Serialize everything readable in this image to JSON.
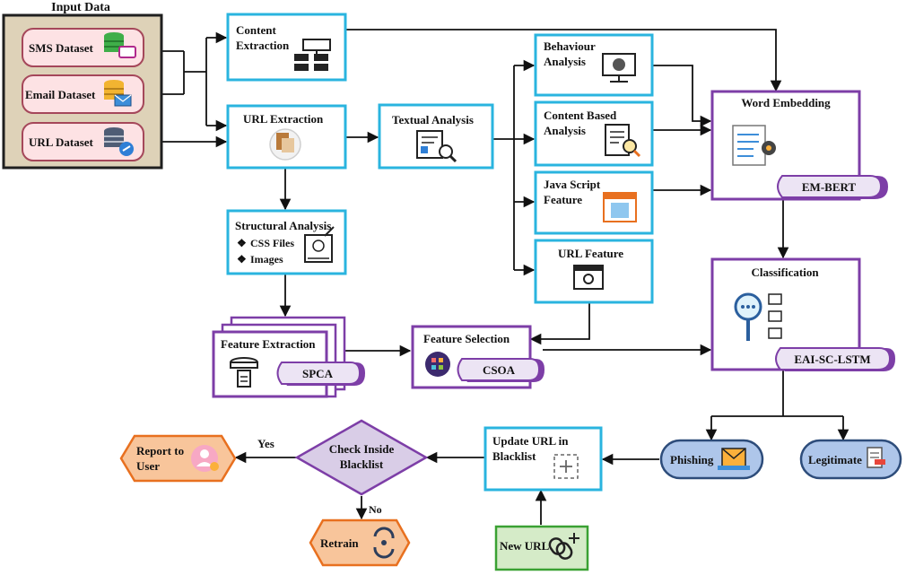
{
  "input_panel": {
    "title": "Input Data",
    "datasets": [
      "SMS Dataset",
      "Email Dataset",
      "URL Dataset"
    ]
  },
  "nodes": {
    "content_extraction": [
      "Content",
      "Extraction"
    ],
    "url_extraction": "URL Extraction",
    "textual_analysis": "Textual Analysis",
    "structural_analysis": {
      "title": "Structural Analysis",
      "bullets": [
        "CSS Files",
        "Images"
      ]
    },
    "behaviour_analysis": [
      "Behaviour",
      "Analysis"
    ],
    "content_based_analysis": [
      "Content Based",
      "Analysis"
    ],
    "java_script_feature": [
      "Java Script",
      "Feature"
    ],
    "url_feature": "URL Feature",
    "word_embedding": {
      "title": "Word Embedding",
      "method": "EM-BERT"
    },
    "classification": {
      "title": "Classification",
      "method": "EAI-SC-LSTM"
    },
    "feature_extraction": {
      "title": "Feature Extraction",
      "method": "SPCA"
    },
    "feature_selection": {
      "title": "Feature Selection",
      "method": "CSOA"
    },
    "phishing": "Phishing",
    "legitimate": "Legitimate",
    "update_url": [
      "Update URL in",
      "Blacklist"
    ],
    "check_blacklist": [
      "Check Inside",
      "Blacklist"
    ],
    "report_to_user": [
      "Report to",
      "User"
    ],
    "retrain": "Retrain",
    "new_url": "New URL"
  },
  "edge_labels": {
    "yes": "Yes",
    "no": "No"
  },
  "colors": {
    "cyan_border": "#2ab4df",
    "purple_border": "#7d3ea7",
    "input_panel_fill": "#ded2b8",
    "dataset_fill": "#fde2e4",
    "dataset_border": "#a5475a",
    "oval_fill": "#aec6ea",
    "oval_border": "#2d4c7a",
    "diamond_fill": "#d9cde7",
    "diamond_border": "#7d3ea7",
    "hexagon_fill": "#f8c59b",
    "hexagon_border": "#e8701f",
    "new_url_fill": "#d5ebc8",
    "new_url_border": "#3aa133"
  }
}
